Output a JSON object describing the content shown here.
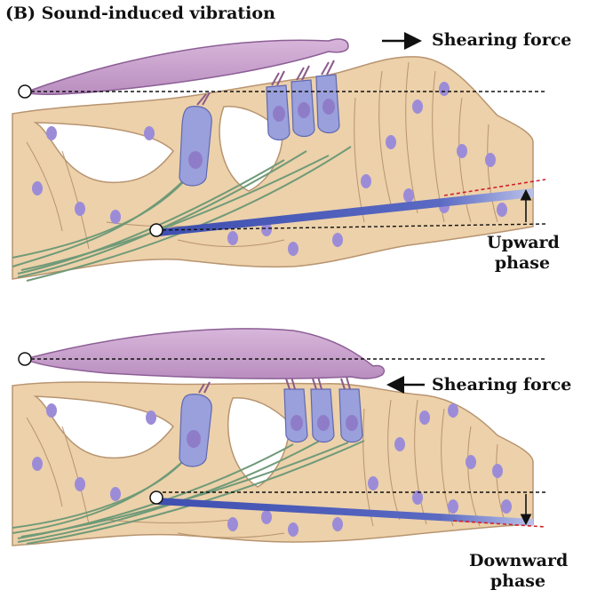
{
  "figure": {
    "title": "(B)  Sound-induced vibration",
    "panels": [
      {
        "force_label": "Shearing force",
        "force_direction": "right",
        "phase_line1": "Upward",
        "phase_line2": "phase"
      },
      {
        "force_label": "Shearing force",
        "force_direction": "left",
        "phase_line1": "Downward",
        "phase_line2": "phase"
      }
    ]
  },
  "colors": {
    "tissue": "#ecd1aa",
    "tissue_edge": "#b89470",
    "cell_fill": "#f0d8b6",
    "nucleus": "#9c8cd8",
    "hair_cell": "#9aa0dc",
    "tectorial_membrane": "#c8a0cc",
    "basilar_membrane": "#4a58b8",
    "nerve_fiber": "#6f9a78",
    "stereocilia": "#8a5a8a",
    "displacement_line": "#d0202a",
    "reference_line": "#111111"
  }
}
